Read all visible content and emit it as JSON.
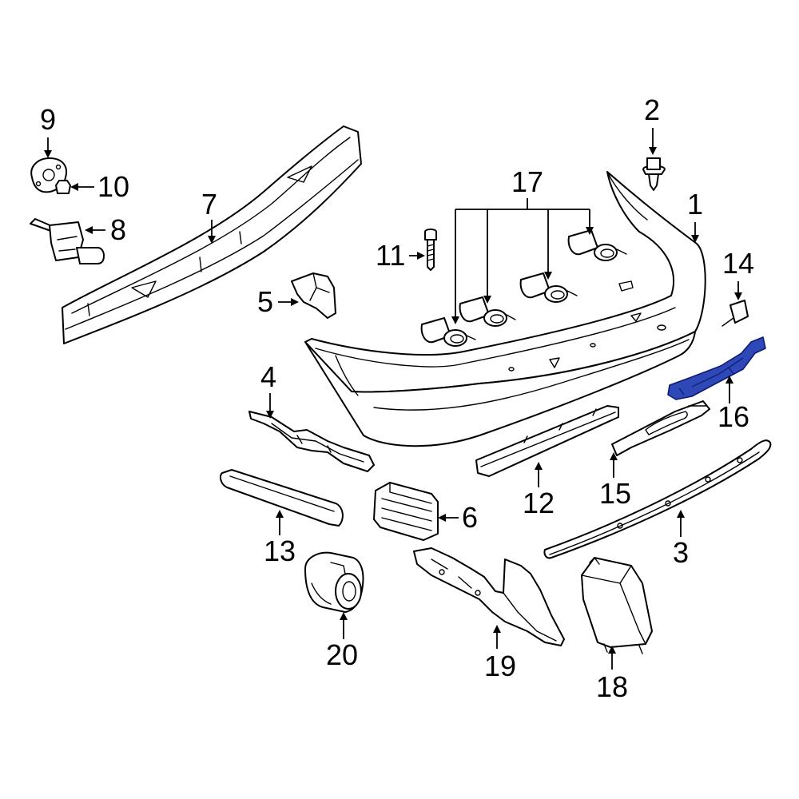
{
  "callouts": {
    "c1": "1",
    "c2": "2",
    "c3": "3",
    "c4": "4",
    "c5": "5",
    "c6": "6",
    "c7": "7",
    "c8": "8",
    "c9": "9",
    "c10": "10",
    "c11": "11",
    "c12": "12",
    "c13": "13",
    "c14": "14",
    "c15": "15",
    "c16": "16",
    "c17": "17",
    "c18": "18",
    "c19": "19",
    "c20": "20"
  },
  "colors": {
    "highlight": "#2f48b8",
    "line": "#000000",
    "background": "#ffffff"
  }
}
